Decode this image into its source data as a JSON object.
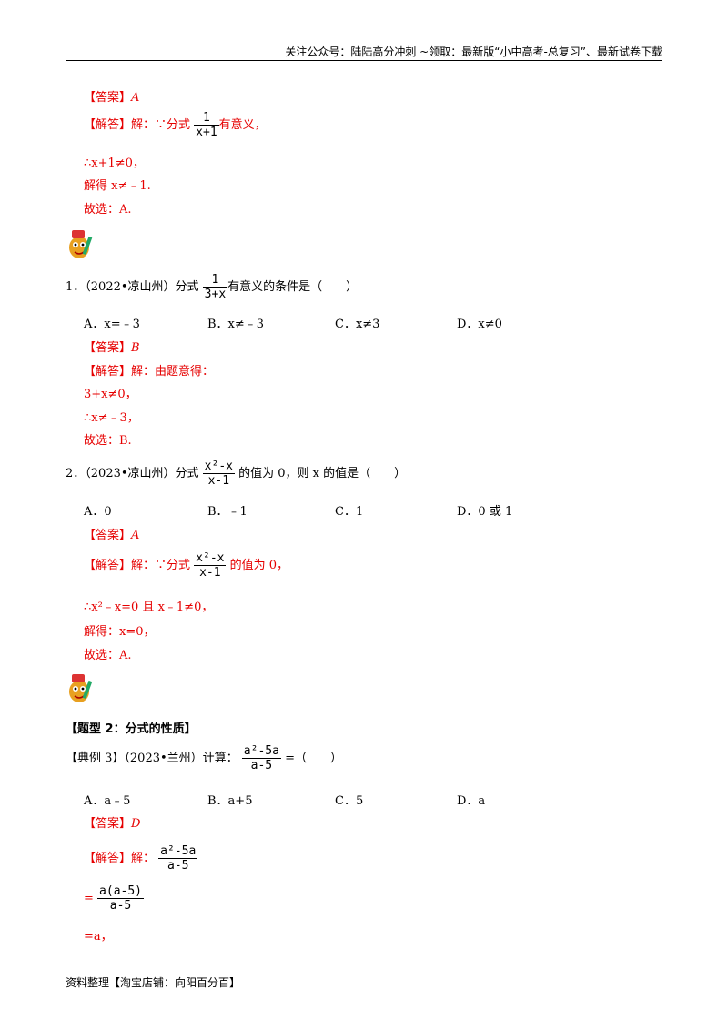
{
  "header": {
    "text": "关注公众号：陆陆高分冲刺 ~领取：最新版“小中高考-总复习”、最新试卷下载"
  },
  "footer": {
    "text": "资料整理【淘宝店铺：向阳百分百】"
  },
  "block0": {
    "answer_label": "【答案】",
    "answer": "A",
    "explain_label": "【解答】",
    "explain_prefix": "解：∵分式",
    "explain_suffix": "有意义，",
    "frac_num": "1",
    "frac_den": "x+1",
    "line2": "∴x+1≠0，",
    "line3": "解得 x≠﹣1.",
    "line4": "故选：A."
  },
  "q1": {
    "stem_prefix": "1．（2022•凉山州）分式",
    "frac_num": "1",
    "frac_den": "3+x",
    "stem_suffix": "有意义的条件是（　　）",
    "options": [
      "A．x=﹣3",
      "B．x≠﹣3",
      "C．x≠3",
      "D．x≠0"
    ],
    "answer_label": "【答案】",
    "answer": "B",
    "explain_label": "【解答】",
    "explain": "解：由题意得：",
    "line2": "3+x≠0，",
    "line3": "∴x≠﹣3，",
    "line4": "故选：B."
  },
  "q2": {
    "stem_prefix": "2．（2023•凉山州）分式",
    "frac_num": "x²-x",
    "frac_den": "x-1",
    "stem_suffix": "的值为 0，则 x 的值是（　　）",
    "options": [
      "A．0",
      "B．﹣1",
      "C．1",
      "D．0 或 1"
    ],
    "answer_label": "【答案】",
    "answer": "A",
    "explain_label": "【解答】",
    "explain_prefix": "解：∵分式",
    "explain_suffix": "的值为 0，",
    "line2": "∴x²﹣x=0 且 x﹣1≠0，",
    "line3": "解得：x=0，",
    "line4": "故选：A."
  },
  "section2": {
    "title": "【题型 2：分式的性质】"
  },
  "ex3": {
    "stem_prefix": "【典例 3】（2023•兰州）计算：",
    "frac_num": "a²-5a",
    "frac_den": "a-5",
    "stem_suffix": "=（　　）",
    "options": [
      "A．a﹣5",
      "B．a+5",
      "C．5",
      "D．a"
    ],
    "answer_label": "【答案】",
    "answer": "D",
    "explain_label": "【解答】",
    "explain": "解：",
    "frac2_num": "a(a-5)",
    "frac2_den": "a-5",
    "eq_sign": "=",
    "line_last": "=a，"
  }
}
